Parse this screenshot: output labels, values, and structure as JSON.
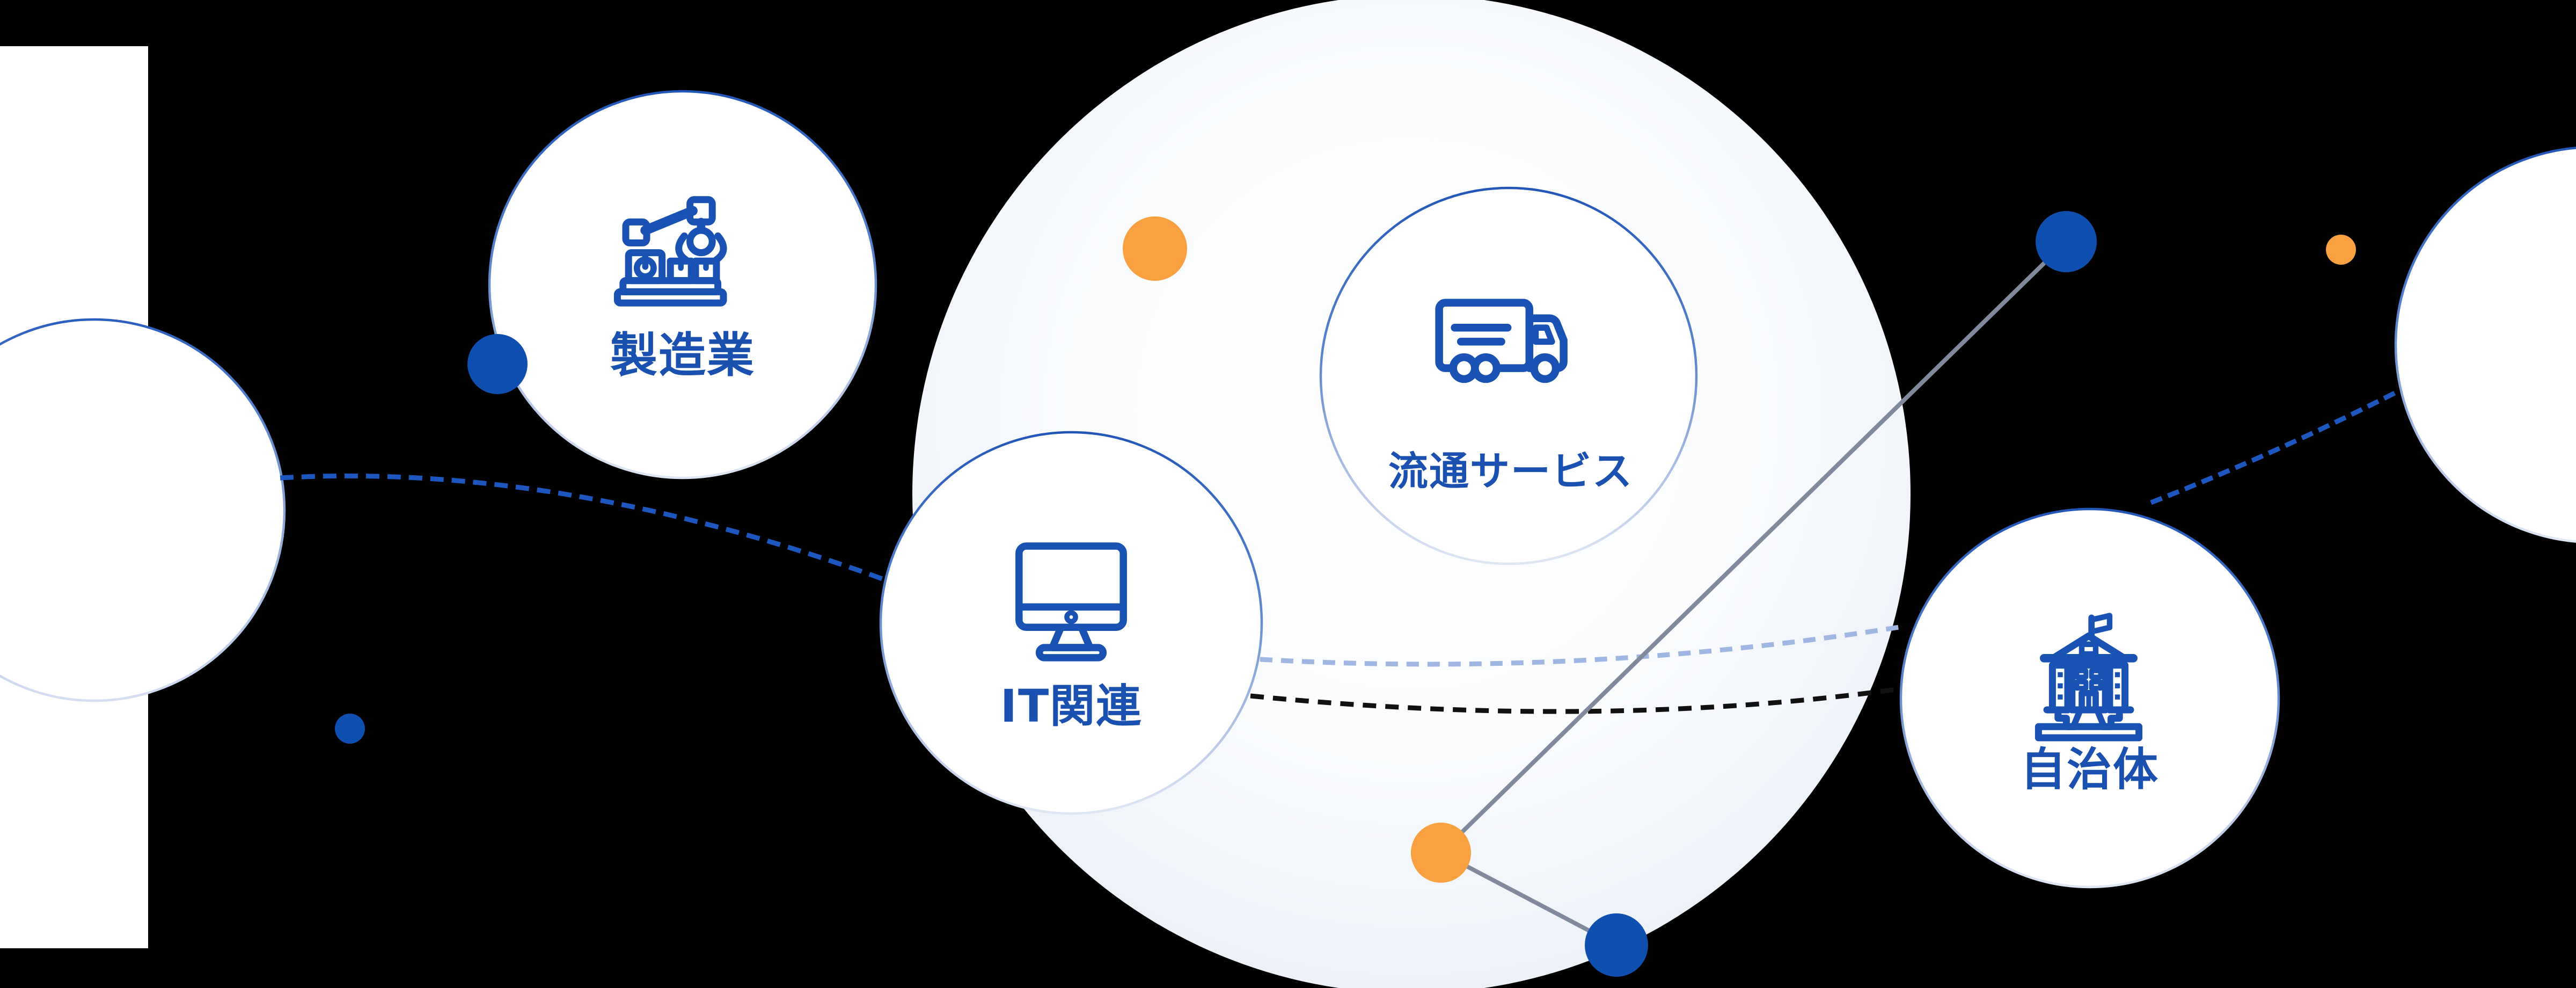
{
  "diagram": {
    "title": "industry-network-diagram",
    "nodes": [
      {
        "id": "manufacturing",
        "label": "製造業",
        "icon": "robot-arm-icon"
      },
      {
        "id": "it",
        "label": "IT関連",
        "icon": "desktop-monitor-icon"
      },
      {
        "id": "distribution",
        "label": "流通サービス",
        "icon": "truck-icon"
      },
      {
        "id": "government",
        "label": "自治体",
        "icon": "government-building-icon"
      }
    ],
    "colors": {
      "canvas_bg": "#000000",
      "panel_white": "#ffffff",
      "node_fill": "#ffffff",
      "node_border_blue": "#2257b8",
      "halo_edge": "#e9eef7",
      "icon_blue": "#1a52b4",
      "label_blue": "#1a50b0",
      "dot_blue": "#0f4fb0",
      "dot_orange": "#f9a040",
      "connector_gray": "#818a9c",
      "dash_blue": "#1e56c0",
      "dash_light_blue": "#9fb6e2",
      "dash_black": "#111111"
    }
  }
}
